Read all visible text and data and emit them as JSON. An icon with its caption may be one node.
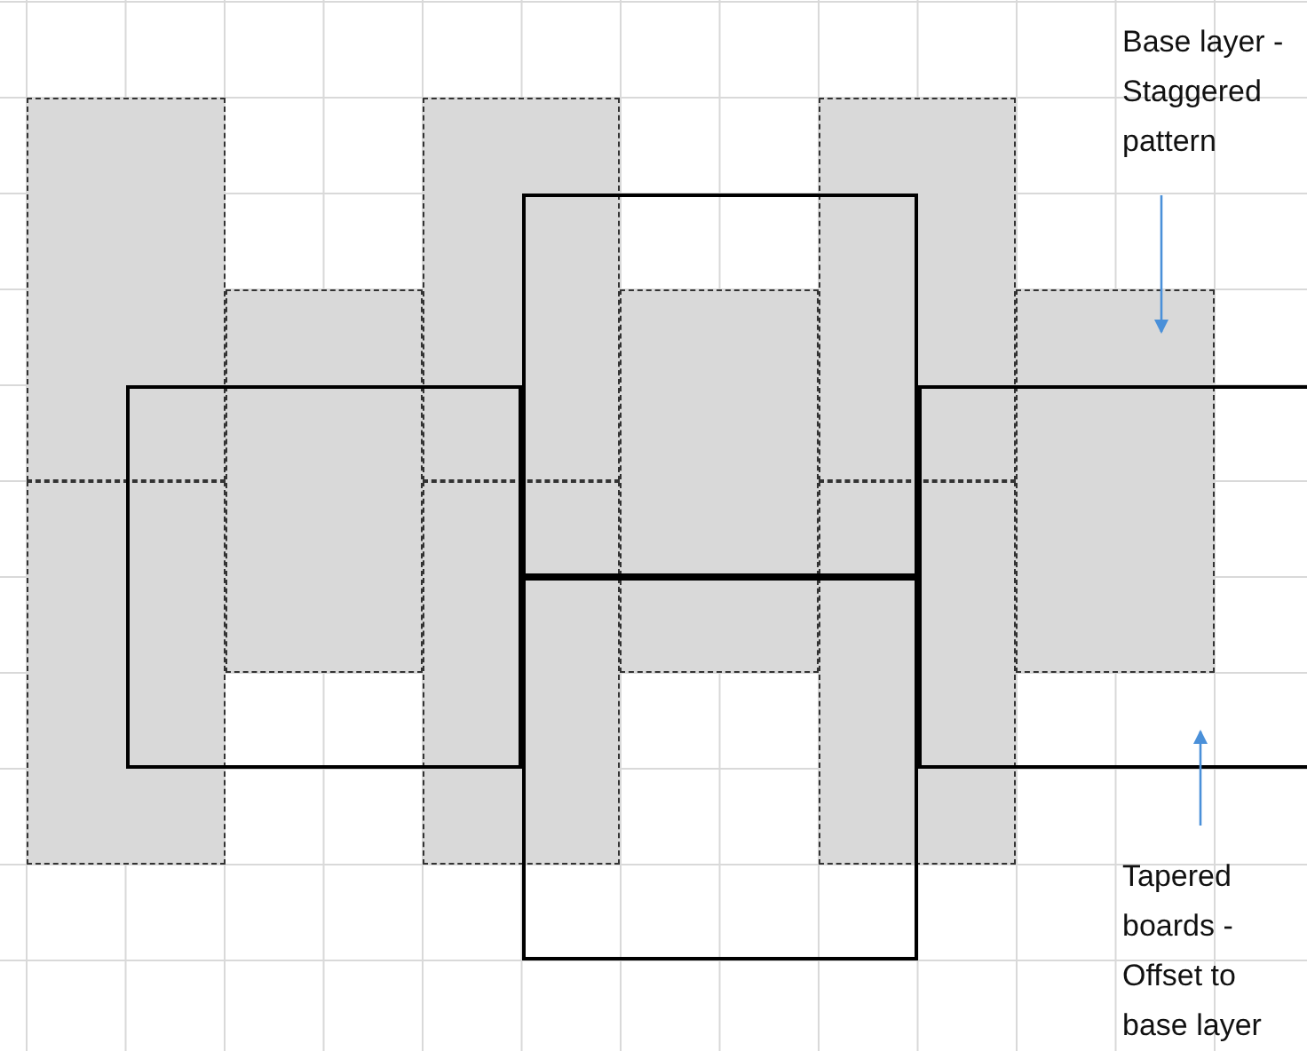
{
  "diagram": {
    "nodes": [
      {
        "text": [],
        "shape": "box"
      },
      {
        "text": [],
        "shape": "box"
      },
      {
        "text": [],
        "shape": "box"
      },
      {
        "text": [],
        "shape": "box"
      },
      {
        "text": [],
        "shape": "box"
      },
      {
        "text": [],
        "shape": "box"
      },
      {
        "text": [],
        "shape": "box"
      },
      {
        "text": [],
        "shape": "box"
      },
      {
        "text": [],
        "shape": "box"
      },
      {
        "text": [],
        "shape": "box"
      },
      {
        "text": [],
        "shape": "box"
      },
      {
        "text": [],
        "shape": "box"
      },
      {
        "text": [],
        "shape": "box"
      },
      {
        "text": [
          "Base layer - Staggered pattern"
        ]
      },
      {
        "text": [
          "Tapered boards - Offset to base layer"
        ]
      }
    ],
    "edges": [
      {
        "from": 13,
        "to": 8,
        "arrow": "to"
      },
      {
        "from": 14,
        "to": 12,
        "arrow": "to"
      }
    ]
  }
}
